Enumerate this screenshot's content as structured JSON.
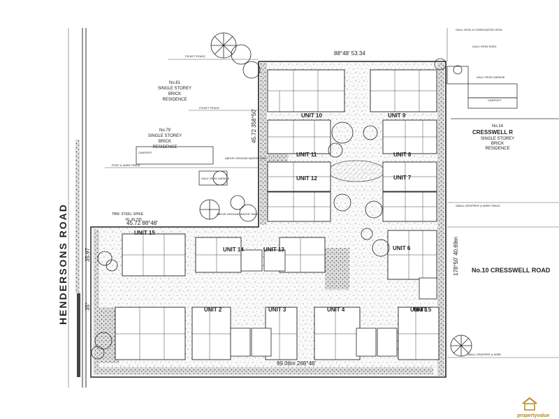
{
  "roads": {
    "hendersons": "HENDERSONS ROAD",
    "cresswell_road": "No.10 CRESSWELL ROAD",
    "cresswell_partial": "CRESSWELL R"
  },
  "dimensions": {
    "top": "88°48' 53.34",
    "bottom": "99.06m 268°48'",
    "right": "178°50' 40.69m",
    "left_mid": "45.72 88°48'",
    "vertical_mid": "45.72 358°50'",
    "left_road_1": "35.97",
    "left_road_2": "35°"
  },
  "residences": [
    {
      "no": "No.81",
      "line1": "SINGLE STOREY",
      "line2": "BRICK",
      "line3": "RESIDENCE"
    },
    {
      "no": "No.79",
      "line1": "SINGLE STOREY",
      "line2": "BRICK",
      "line3": "RESIDENCE"
    },
    {
      "no": "No.14",
      "line1": "SINGLE STOREY",
      "line2": "BRICK",
      "line3": "RESIDENCE"
    }
  ],
  "units": [
    "UNIT 1",
    "UNIT 2",
    "UNIT 3",
    "UNIT 4",
    "UNIT 5",
    "UNIT 6",
    "UNIT 7",
    "UNIT 8",
    "UNIT 9",
    "UNIT 10",
    "UNIT 11",
    "UNIT 12",
    "UNIT 13",
    "UNIT 14",
    "UNIT 15"
  ],
  "notes": {
    "tbm": "TBM: STEEL SPIKE",
    "tbm_rl": "RL 30.705",
    "galv_iron_garage": "GALV. IRON GARAGE",
    "galv_iron_garage_r": "GALV. IRON GARAGE",
    "galv_iron_shed": "GALV. IRON SHED",
    "carport_1": "CARPORT",
    "carport_2": "CARPORT",
    "water_tank_1": "ABOVE GROUND WATER TANK",
    "water_tank_2": "ABOVE GROUND WATER TANK",
    "fence_top": "PICKET FENCE",
    "fence_mid": "PICKET FENCE",
    "fence_post": "POST & WIRE FENCE",
    "fence_corrugated": "GALV. IRON & CORRUGATED IRON",
    "fence_right": "SMALL DROPPER & WIRE FENCE",
    "fence_bottom_r": "SMALL DROPPER & WIRE"
  },
  "watermark": "propertyvalue"
}
